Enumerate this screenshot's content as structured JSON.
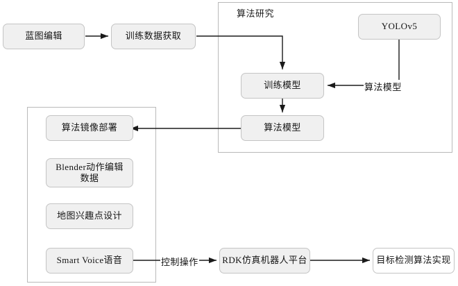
{
  "diagram": {
    "title_visible": false,
    "groups": [
      {
        "id": "algo-research",
        "label": "算法研究"
      },
      {
        "id": "app-modules",
        "label": ""
      }
    ],
    "nodes": {
      "blueprint_edit": "蓝图编辑",
      "training_data": "训练数据获取",
      "yolov5": "YOLOv5",
      "train_model": "训练模型",
      "algo_model_box": "算法模型",
      "algo_image_deploy": "算法镜像部署",
      "blender_data": "Blender动作编辑\n数据",
      "blender_data_line1": "Blender动作编辑",
      "blender_data_line2": "数据",
      "map_poi": "地图兴趣点设计",
      "smart_voice": "Smart Voice语音",
      "rdk_platform": "RDK仿真机器人平台",
      "detection_impl": "目标检测算法实现"
    },
    "edge_labels": {
      "algo_model": "算法模型",
      "control_operation": "控制操作"
    },
    "colors": {
      "node_fill": "#f0f0f0",
      "node_border": "#c4c4c4",
      "group_border": "#b9b9b9",
      "line": "#1a1a1a",
      "text": "#141414",
      "background": "#ffffff"
    }
  }
}
